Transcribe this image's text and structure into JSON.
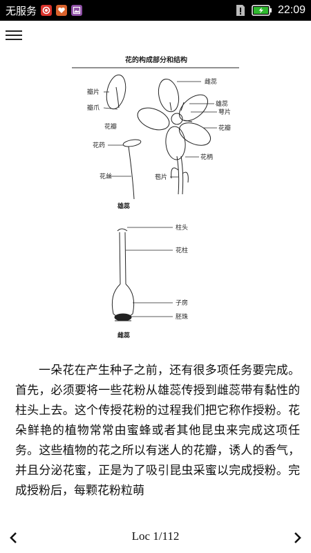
{
  "status_bar": {
    "carrier": "无服务",
    "time": "22:09"
  },
  "icons": {
    "notification_1": "record-icon",
    "notification_2": "heart-icon",
    "notification_3": "image-icon",
    "sim": "sim-alert-icon",
    "battery": "battery-charging-icon",
    "menu": "hamburger-menu-icon",
    "prev": "chevron-left-icon",
    "next": "chevron-right-icon"
  },
  "figure": {
    "title": "花的构成部分和结构",
    "labels": {
      "petal_blade": "瓣片",
      "petal_claw": "瓣爪",
      "petal": "花瓣",
      "anther": "花药",
      "filament": "花丝",
      "stamen": "雄蕊",
      "pistil_top": "雌蕊",
      "stamen_right": "雄蕊",
      "sepal": "萼片",
      "corolla": "花瓣",
      "pedicel": "花柄",
      "bract": "苞片",
      "stigma": "柱头",
      "style": "花柱",
      "ovary": "子房",
      "ovule": "胚珠",
      "pistil": "雌蕊"
    }
  },
  "body_text": "一朵花在产生种子之前，还有很多项任务要完成。首先，必须要将一些花粉从雄蕊传授到雌蕊带有黏性的柱头上去。这个传授花粉的过程我们把它称作授粉。花朵鲜艳的植物常常由蜜蜂或者其他昆虫来完成这项任务。这些植物的花之所以有迷人的花瓣，诱人的香气，并且分泌花蜜，正是为了吸引昆虫采蜜以完成授粉。完成授粉后，每颗花粉粒萌",
  "footer": {
    "location": "Loc 1/112"
  }
}
